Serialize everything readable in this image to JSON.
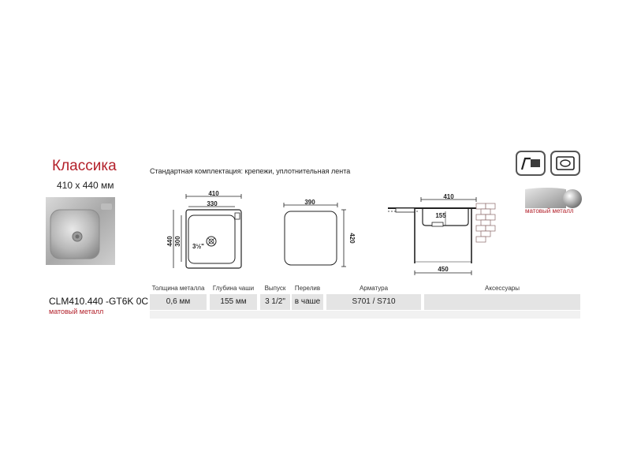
{
  "header": {
    "title": "Классика",
    "size": "410 x 440 мм",
    "standard_kit": "Стандартная комплектация: крепежи, уплотнительная лента"
  },
  "drawings": {
    "top_view": {
      "outer_width": "410",
      "inner_width": "330",
      "outer_height": "440",
      "inner_height": "300",
      "drain_label": "3½\""
    },
    "cutout": {
      "width": "390",
      "height": "420"
    },
    "section": {
      "top_width": "410",
      "depth": "155",
      "cabinet_width": "450"
    }
  },
  "icons": {
    "mount": "overlay-mount-icon",
    "sink": "sink-top-icon"
  },
  "swatch": {
    "label": "матовый металл"
  },
  "table": {
    "headers": {
      "thickness": "Толщина металла",
      "depth": "Глубина чаши",
      "outlet": "Выпуск",
      "overflow": "Перелив",
      "fittings": "Арматура",
      "accessories": "Аксессуары"
    },
    "row": {
      "model": "CLM410.440 -GT6K 0C",
      "finish": "матовый металл",
      "thickness": "0,6 мм",
      "depth": "155 мм",
      "outlet": "3 1/2\"",
      "overflow": "в чаше",
      "fittings": "S701 / S710",
      "accessories": ""
    }
  },
  "colors": {
    "accent_red": "#b3202a",
    "cell_gray": "#e4e4e4"
  }
}
